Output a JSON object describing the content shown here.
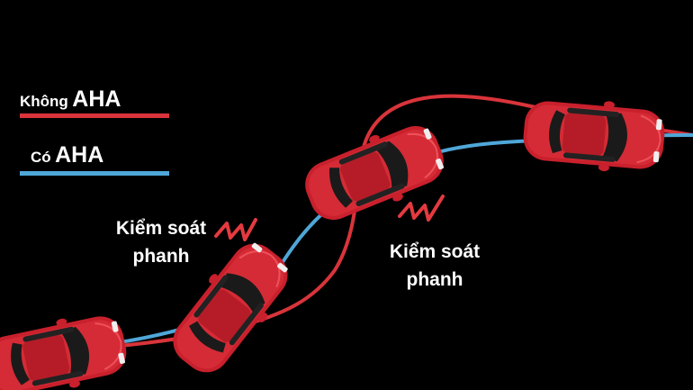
{
  "colors": {
    "background": "#000000",
    "without_aha": "#d9343b",
    "with_aha": "#4fa7d8",
    "car_body": "#c8202c",
    "car_dark": "#1a1a1a",
    "text": "#ffffff"
  },
  "legend": {
    "without": {
      "prefix": "Không",
      "brand": "AHA"
    },
    "with": {
      "prefix": "Có",
      "brand": "AHA"
    }
  },
  "annotations": {
    "left": {
      "line1": "Kiểm soát",
      "line2": "phanh",
      "icon": "zigzag-vibration-icon"
    },
    "right": {
      "line1": "Kiểm soát",
      "line2": "phanh",
      "icon": "zigzag-vibration-icon"
    }
  },
  "vehicles": [
    {
      "name": "car-bottom-left",
      "icon": "red-car-icon"
    },
    {
      "name": "car-middle-left",
      "icon": "red-car-icon"
    },
    {
      "name": "car-center",
      "icon": "red-car-icon"
    },
    {
      "name": "car-top-right",
      "icon": "red-car-icon"
    }
  ]
}
